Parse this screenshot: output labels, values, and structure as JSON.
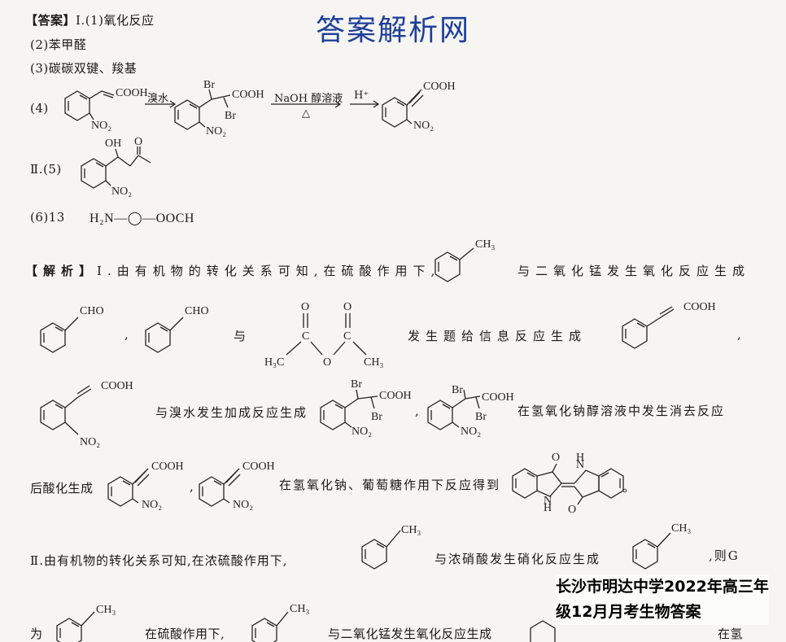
{
  "watermark": "答案解析网",
  "answer": {
    "tag": "【答案】",
    "q1": "Ⅰ.(1)氧化反应",
    "q2": "(2)苯甲醛",
    "q3": "(3)碳碳双键、羧基",
    "q4_num": "(4)",
    "q4_reagent1": "溴水",
    "q4_reagent2": "NaOH 醇溶液",
    "q4_reagent2_cond": "△",
    "q4_reagent3": "H⁺",
    "q5_num": "Ⅱ.(5)",
    "q6_num": "(6)13",
    "q6_formula": "H₂N—◯—OOCH"
  },
  "analysis": {
    "tag": "【解析】",
    "p1_a": "Ⅰ.由有机物的转化关系可知,在硫酸作用下,",
    "p1_b": "与二氧化锰发生氧化反应生成",
    "p2_comma": ",",
    "p2_and": "与",
    "p2_b": "发生题给信息反应生成",
    "p2_end": ",",
    "p3_a": "与溴水发生加成反应生成",
    "p3_comma": ",",
    "p3_b": "在氢氧化钠醇溶液中发生消去反应",
    "p4_a": "后酸化生成",
    "p4_comma": ",",
    "p4_b": "在氢氧化钠、葡萄糖作用下反应得到",
    "p4_end": "。",
    "p5_a": "Ⅱ.由有机物的转化关系可知,在浓硫酸作用下,",
    "p5_b": "与浓硝酸发生硝化反应生成",
    "p5_c": ",则G",
    "p6_a": "为",
    "p6_b": "在硫酸作用下,",
    "p6_c": "与二氧化锰发生氧化反应生成",
    "p6_d": "",
    "p6_e": "在氢"
  },
  "chem": {
    "COOH": "COOH",
    "CHO": "CHO",
    "CH3": "CH₃",
    "H3C": "H₃C",
    "O": "O",
    "C": "C",
    "Br": "Br",
    "NO2": "NO₂",
    "OH": "OH",
    "N": "N",
    "H": "H"
  },
  "footer": {
    "line1": "长沙市明达中学2022年高三年",
    "line2": "级12月月考生物答案"
  }
}
